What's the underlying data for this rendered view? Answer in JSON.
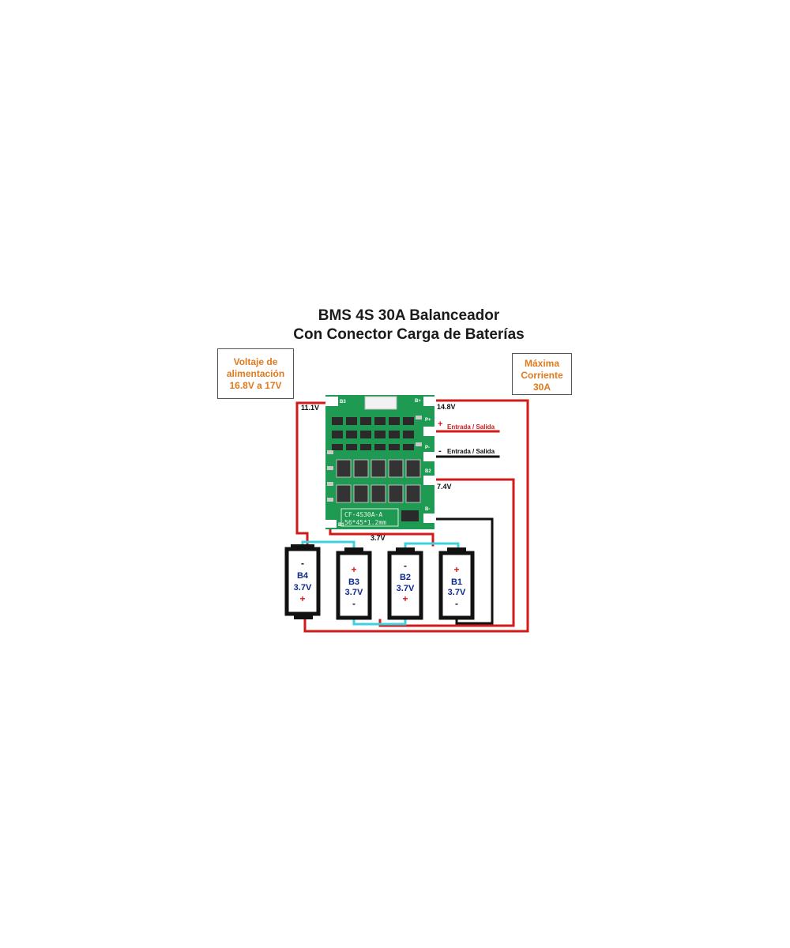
{
  "title": {
    "line1": "BMS 4S 30A Balanceador",
    "line2": "Con Conector Carga de Baterías"
  },
  "supply_box": {
    "line1": "Voltaje de",
    "line2": "alimentación",
    "line3": "16.8V a 17V"
  },
  "current_box": {
    "line1": "Máxima",
    "line2": "Corriente",
    "line3": "30A"
  },
  "board": {
    "model_text": "CF-4S30A-A",
    "size_text": "56*45*1.2mm",
    "pad_labels": {
      "b3": "B3",
      "b_plus": "B+",
      "p_plus": "P+",
      "p_minus": "P-",
      "b2": "B2",
      "b_minus": "B-",
      "b1": "B1"
    }
  },
  "voltages": {
    "v111": "11.1V",
    "v148": "14.8V",
    "v74": "7.4V",
    "v37": "3.7V"
  },
  "io": {
    "plus_sign": "+",
    "minus_sign": "-",
    "plus_label": "Entrada / Salida",
    "minus_label": "Entrada / Salida"
  },
  "cells": [
    {
      "name": "B4",
      "voltage": "3.7V",
      "top_sign": "-",
      "bottom_sign": "+"
    },
    {
      "name": "B3",
      "voltage": "3.7V",
      "top_sign": "+",
      "bottom_sign": "-"
    },
    {
      "name": "B2",
      "voltage": "3.7V",
      "top_sign": "-",
      "bottom_sign": "+"
    },
    {
      "name": "B1",
      "voltage": "3.7V",
      "top_sign": "+",
      "bottom_sign": "-"
    }
  ],
  "colors": {
    "red_wire": "#d21a1a",
    "black_wire": "#111111",
    "cyan_link": "#3fd0e0",
    "board_green": "#1f9a52",
    "orange_text": "#e07a1e",
    "sign_red": "#d21a1a",
    "cell_text": "#0b2a8c"
  }
}
